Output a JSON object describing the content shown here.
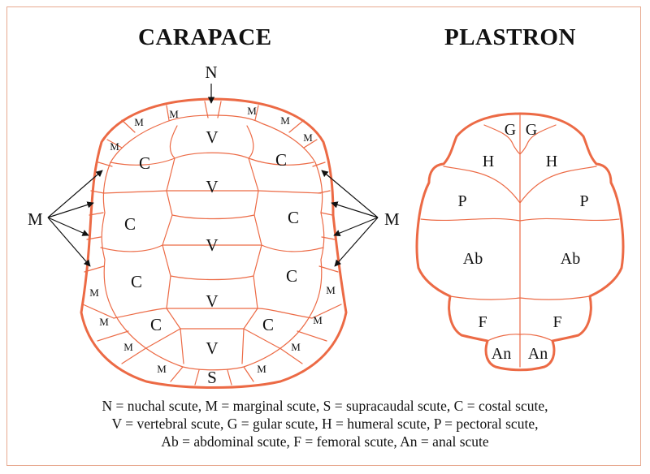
{
  "carapace": {
    "title": "CARAPACE",
    "labels": {
      "nuchal": "N",
      "supracaudal": "S",
      "marginal": "M",
      "callout_left": "M",
      "callout_right": "M",
      "vertebral": [
        "V",
        "V",
        "V",
        "V",
        "V"
      ],
      "costal_left": [
        "C",
        "C",
        "C",
        "C"
      ],
      "costal_right": [
        "C",
        "C",
        "C",
        "C"
      ],
      "marginal_left": [
        "M",
        "M",
        "M",
        "M",
        "M",
        "M"
      ],
      "marginal_right": [
        "M",
        "M",
        "M",
        "M",
        "M",
        "M"
      ],
      "marginal_bottom": [
        "M",
        "M"
      ]
    }
  },
  "plastron": {
    "title": "PLASTRON",
    "labels": {
      "gular": [
        "G",
        "G"
      ],
      "humeral": [
        "H",
        "H"
      ],
      "pectoral": [
        "P",
        "P"
      ],
      "abdominal": [
        "Ab",
        "Ab"
      ],
      "femoral": [
        "F",
        "F"
      ],
      "anal": [
        "An",
        "An"
      ]
    }
  },
  "legend": [
    "N = nuchal scute, M = marginal scute, S = supracaudal scute, C = costal scute,",
    "V = vertebral scute, G = gular scute, H = humeral scute, P = pectoral scute,",
    "Ab = abdominal scute, F = femoral scute, An = anal scute"
  ],
  "colors": {
    "outline": "#ec6a45",
    "text": "#111111",
    "frame": "#e7a98f"
  }
}
